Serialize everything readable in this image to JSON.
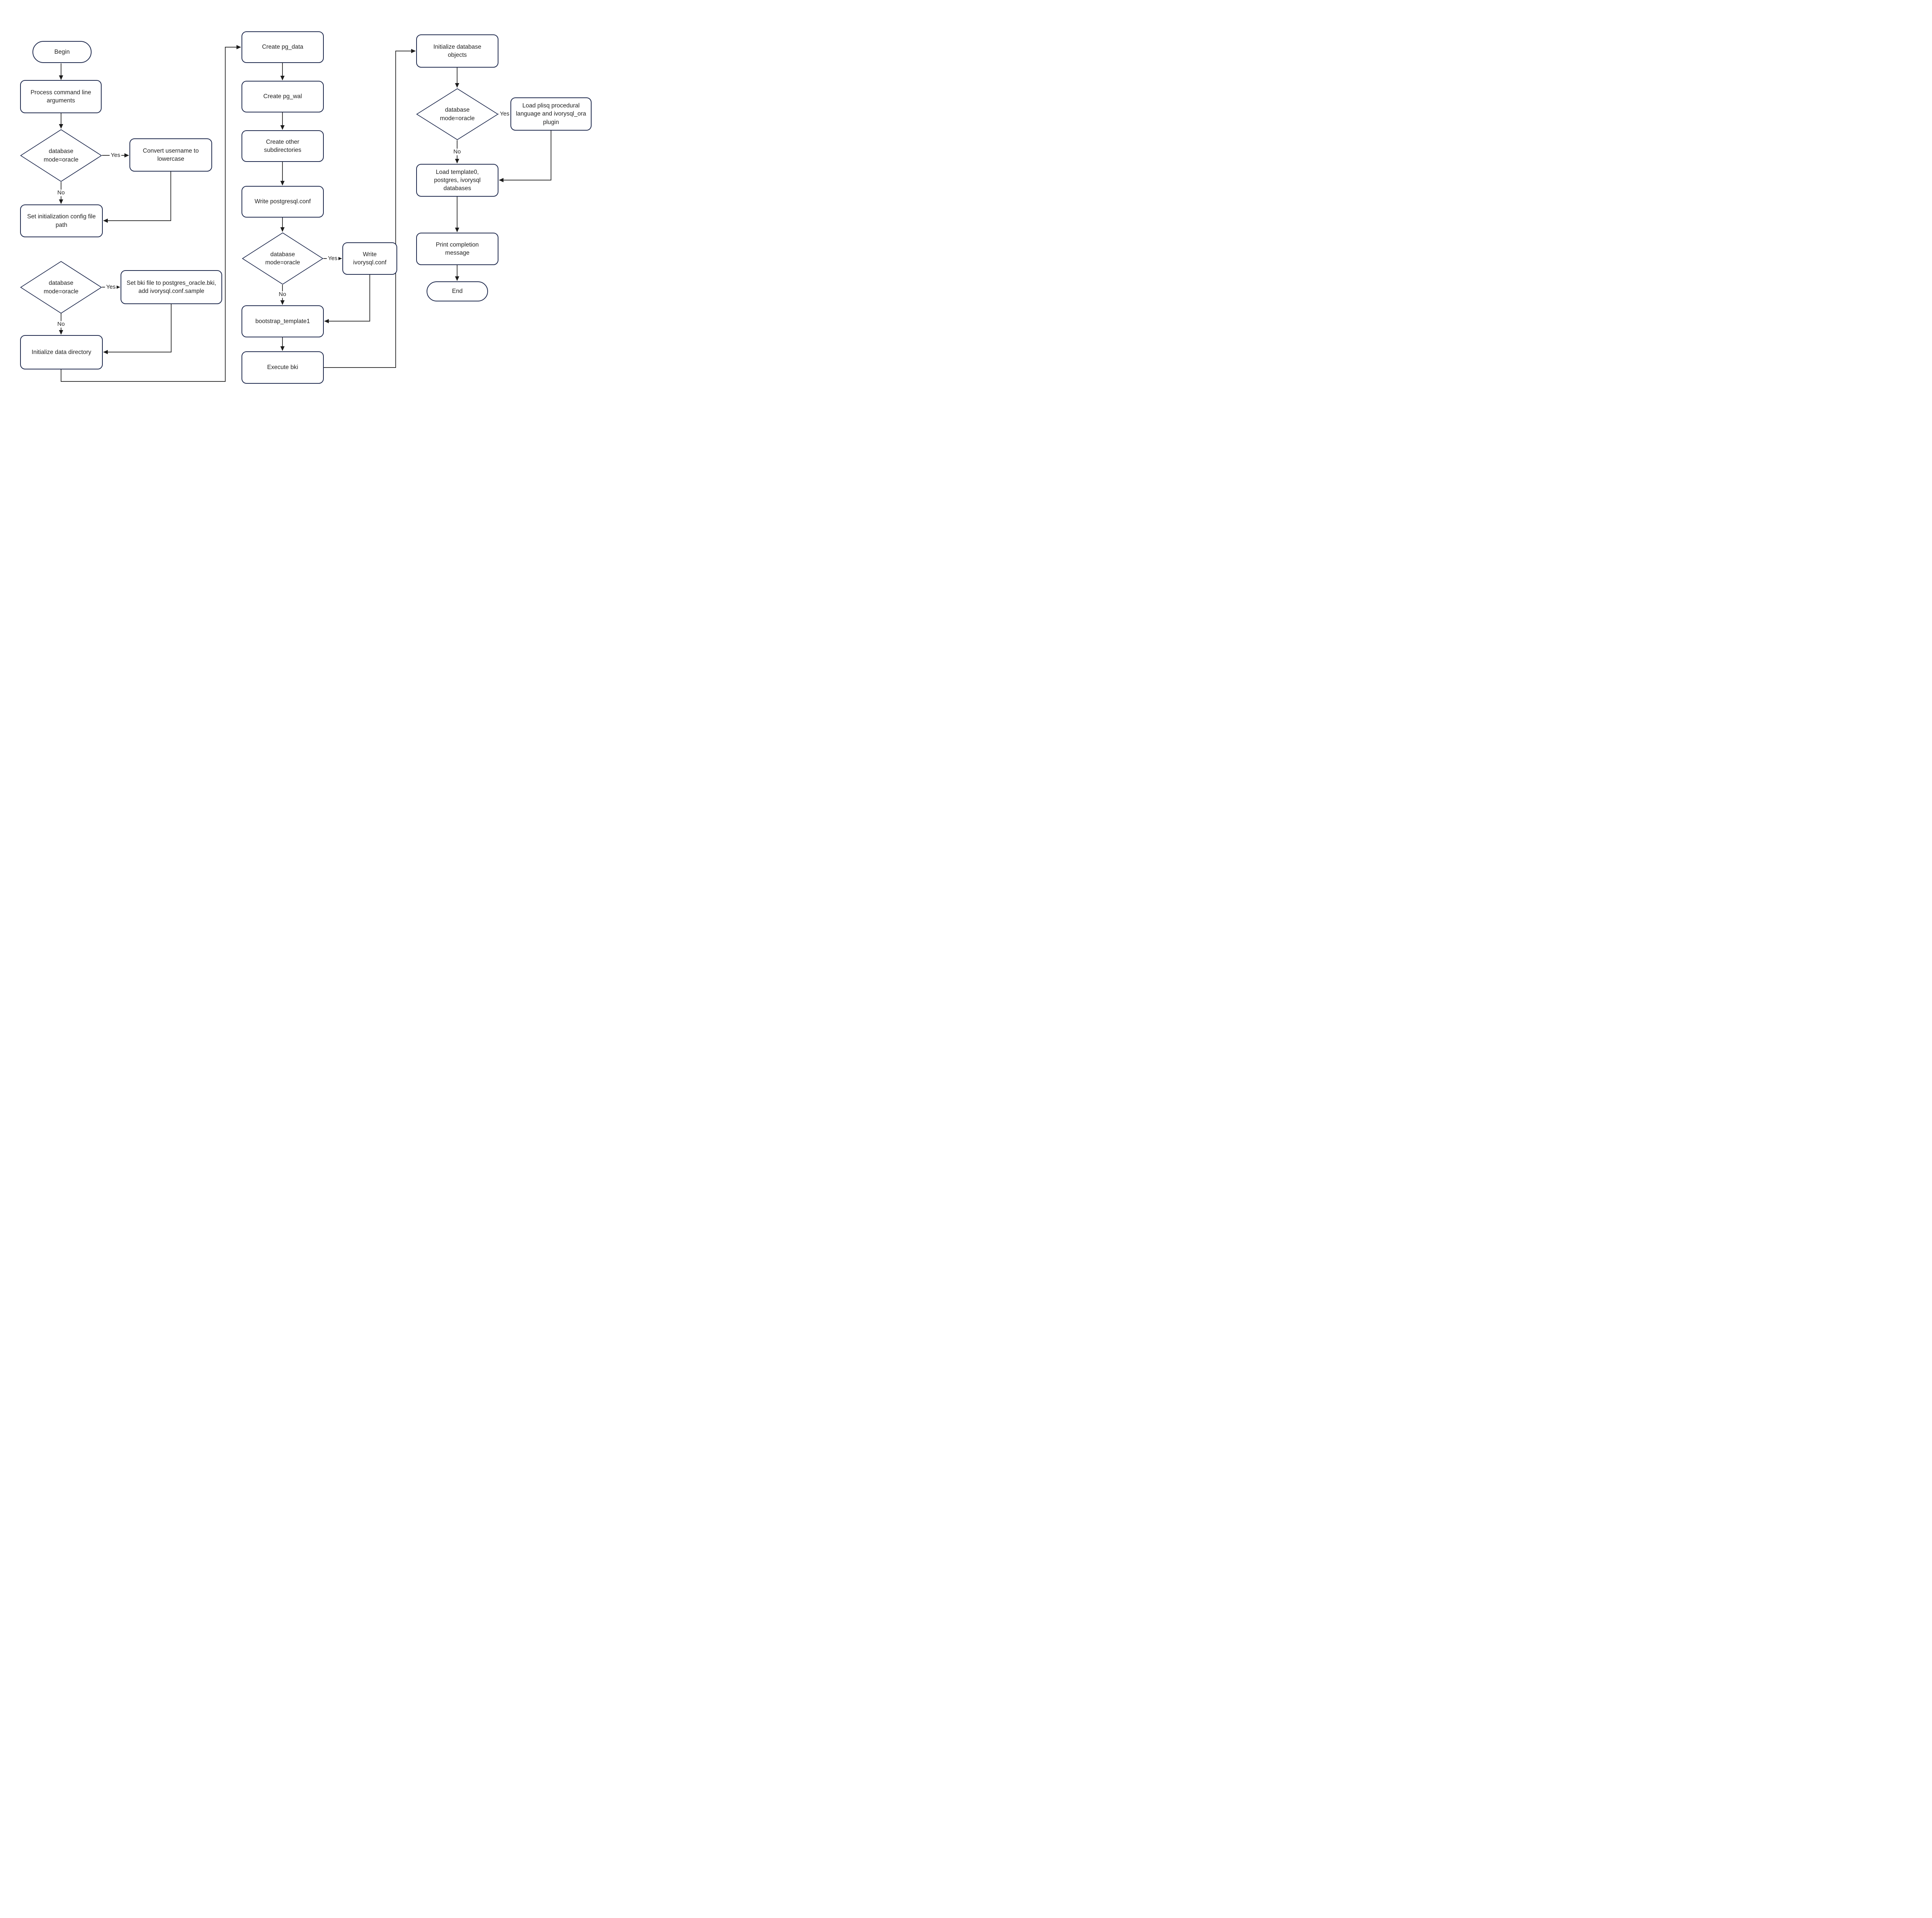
{
  "diagram": {
    "type": "flowchart",
    "colors": {
      "background": "#ffffff",
      "node_border": "#1f2a4e",
      "edge_line": "#1c1c1c",
      "text": "#1f1f1f"
    },
    "edge_labels": {
      "yes": "Yes",
      "no": "No"
    },
    "nodes": {
      "begin": {
        "label": "Begin"
      },
      "process_args": {
        "label": "Process command line arguments"
      },
      "decision_user": {
        "label": "database mode=oracle"
      },
      "convert_username": {
        "label": "Convert username to lowercase"
      },
      "set_init_config": {
        "label": "Set initialization config file path"
      },
      "decision_bki": {
        "label": "database mode=oracle"
      },
      "set_bki_file": {
        "label": "Set bki file to postgres_oracle.bki, add ivorysql.conf.sample"
      },
      "init_data_dir": {
        "label": "Initialize data directory"
      },
      "create_pg_data": {
        "label": "Create pg_data"
      },
      "create_pg_wal": {
        "label": "Create pg_wal"
      },
      "create_subdirs": {
        "label": "Create other subdirectories"
      },
      "write_postgresql_conf": {
        "label": "Write postgresql.conf"
      },
      "decision_conf": {
        "label": "database mode=oracle"
      },
      "write_ivorysql_conf": {
        "label": "Write ivorysql.conf"
      },
      "bootstrap_template1": {
        "label": "bootstrap_template1"
      },
      "execute_bki": {
        "label": "Execute bki"
      },
      "init_db_objects": {
        "label": "Initialize database objects"
      },
      "decision_plugin": {
        "label": "database mode=oracle"
      },
      "load_plisq": {
        "label": "Load plisq procedural language and ivorysql_ora plugin"
      },
      "load_databases": {
        "label": "Load template0, postgres, ivorysql databases"
      },
      "print_completion": {
        "label": "Print completion message"
      },
      "end": {
        "label": "End"
      }
    }
  }
}
